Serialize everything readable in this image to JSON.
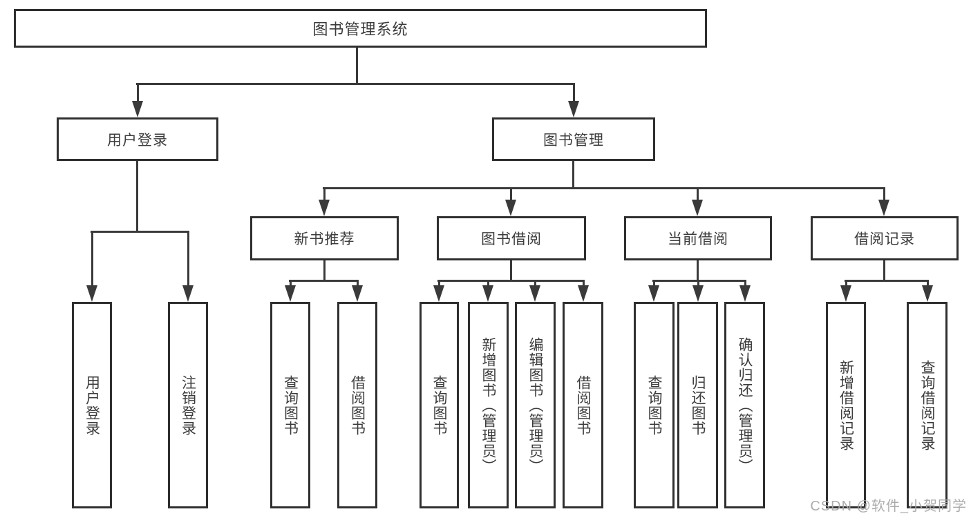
{
  "diagram": {
    "root": {
      "label": "图书管理系统"
    },
    "level2": [
      {
        "label": "用户登录"
      },
      {
        "label": "图书管理"
      }
    ],
    "level3": [
      {
        "label": "新书推荐"
      },
      {
        "label": "图书借阅"
      },
      {
        "label": "当前借阅"
      },
      {
        "label": "借阅记录"
      }
    ],
    "user_login_children": [
      {
        "label": "用户登录"
      },
      {
        "label": "注销登录"
      }
    ],
    "new_book_children": [
      {
        "label": "查询图书"
      },
      {
        "label": "借阅图书"
      }
    ],
    "book_borrow_children": [
      {
        "label": "查询图书"
      },
      {
        "label": "新增图书（管理员）"
      },
      {
        "label": "编辑图书（管理员）"
      },
      {
        "label": "借阅图书"
      }
    ],
    "current_borrow_children": [
      {
        "label": "查询图书"
      },
      {
        "label": "归还图书"
      },
      {
        "label": "确认归还（管理员）"
      }
    ],
    "borrow_record_children": [
      {
        "label": "新增借阅记录"
      },
      {
        "label": "查询借阅记录"
      }
    ]
  },
  "watermark": "CSDN @软件_小贺同学",
  "colors": {
    "background": "#ffffff",
    "line": "#3a3a3a",
    "box_border": "#2f2f2f",
    "text": "#3c3c3c",
    "watermark": "#a8a8a8"
  }
}
